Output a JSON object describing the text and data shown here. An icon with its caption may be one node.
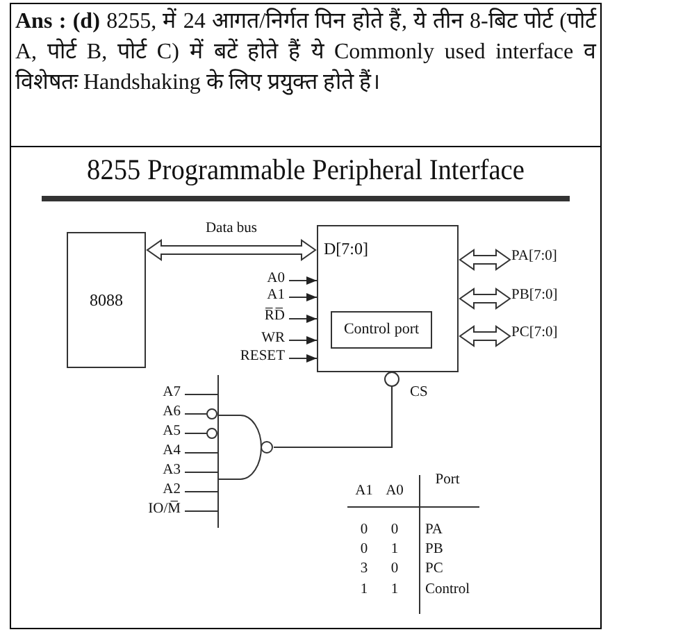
{
  "diagram": {
    "title": "8255 Programmable Peripheral Interface",
    "nodes": [
      {
        "text": [
          "8088"
        ]
      },
      {
        "text": [
          "D[7:0]"
        ]
      },
      {
        "text": [
          "Control port"
        ],
        "in": 1
      },
      {
        "text": [
          "PA[7:0]"
        ]
      },
      {
        "text": [
          "PB[7:0]"
        ]
      },
      {
        "text": [
          "PC[7:0]"
        ]
      },
      {
        "text": [
          "A0"
        ]
      },
      {
        "text": [
          "A1"
        ]
      },
      {
        "text": [
          "R̅D̅"
        ]
      },
      {
        "text": [
          "WR"
        ]
      },
      {
        "text": [
          "RESET"
        ]
      },
      {
        "text": [],
        "shape": "gate"
      }
    ],
    "edges": [
      {
        "from": 0,
        "to": 1,
        "arrow": "both",
        "label": "Data bus",
        "style": "thick"
      },
      {
        "from": 1,
        "to": 3,
        "arrow": "both",
        "style": "thick"
      },
      {
        "from": 1,
        "to": 4,
        "arrow": "both",
        "style": "thick"
      },
      {
        "from": 1,
        "to": 5,
        "arrow": "both",
        "style": "thick"
      },
      {
        "from": 6,
        "to": 1,
        "arrow": "to"
      },
      {
        "from": 7,
        "to": 1,
        "arrow": "to"
      },
      {
        "from": 8,
        "to": 1,
        "arrow": "to"
      },
      {
        "from": 9,
        "to": 1,
        "arrow": "to"
      },
      {
        "from": 10,
        "to": 1,
        "arrow": "to"
      },
      {
        "from": 11,
        "to": 1,
        "arrow": "other",
        "label": "CS"
      }
    ],
    "labels": [
      "**Ans : (d)** 8255, में 24 आगत/निर्गत पिन होते हैं, ये तीन 8-बिट पोर्ट (पोर्ट A, पोर्ट B, पोर्ट C) में बटें होते हैं ये Commonly used interface व विशेषतः Handshaking के लिए प्रयुक्त होते हैं।",
      "A7",
      "A6",
      "A5",
      "A4",
      "A3",
      "A2",
      "IO/M̅",
      "A1",
      "A0",
      "Port",
      "0",
      "0",
      "PA",
      "0",
      "1",
      "PB",
      "3",
      "0",
      "PC",
      "1",
      "1",
      "Control"
    ]
  }
}
